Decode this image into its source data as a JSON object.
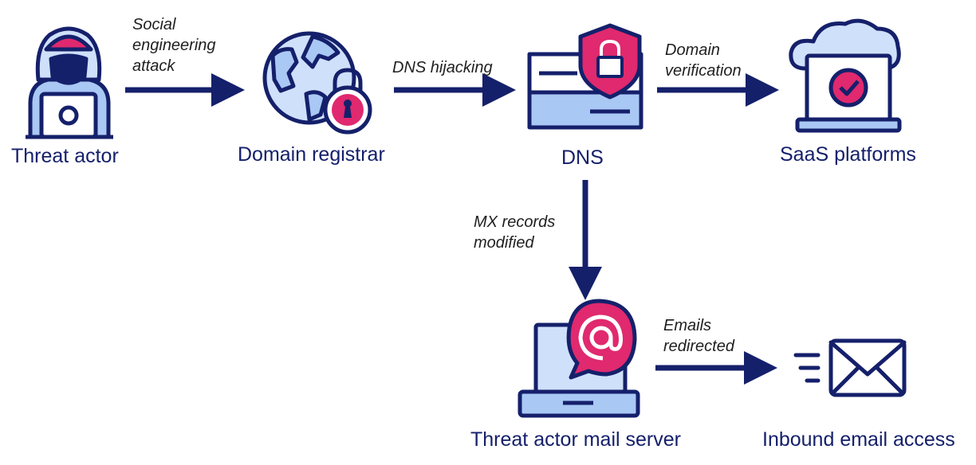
{
  "colors": {
    "navy": "#15206b",
    "pink": "#e0296e",
    "light_blue": "#a9c8f4",
    "soft_blue": "#cfe0fb",
    "white": "#ffffff"
  },
  "nodes": {
    "threat_actor": {
      "label": "Threat actor",
      "icon": "hooded-hacker-icon"
    },
    "domain_registrar": {
      "label": "Domain registrar",
      "icon": "globe-lock-icon"
    },
    "dns": {
      "label": "DNS",
      "icon": "server-shield-icon"
    },
    "saas": {
      "label": "SaaS platforms",
      "icon": "cloud-laptop-check-icon"
    },
    "mail_server": {
      "label": "Threat actor mail server",
      "icon": "laptop-at-icon"
    },
    "email_access": {
      "label": "Inbound email access",
      "icon": "speeding-envelope-icon"
    }
  },
  "edges": {
    "social": {
      "line1": "Social",
      "line2": "engineering",
      "line3": "attack"
    },
    "hijack": {
      "line1": "DNS hijacking"
    },
    "verify": {
      "line1": "Domain",
      "line2": "verification"
    },
    "mx": {
      "line1": "MX records",
      "line2": "modified"
    },
    "emails": {
      "line1": "Emails",
      "line2": "redirected"
    }
  }
}
